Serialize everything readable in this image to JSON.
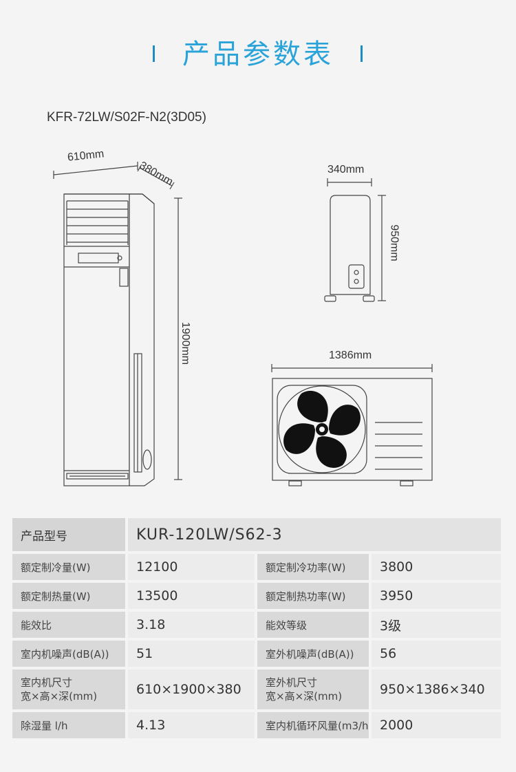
{
  "title": "产品参数表",
  "model": "KFR-72LW/S02F-N2(3D05)",
  "dimensions": {
    "indoor_width": "610mm",
    "indoor_depth": "380mm",
    "indoor_height": "1900mm",
    "outdoor_depth": "340mm",
    "outdoor_height": "950mm",
    "outdoor_width": "1386mm"
  },
  "table": {
    "header": {
      "label": "产品型号",
      "value": "KUR-120LW/S62-3"
    },
    "rows": [
      {
        "l1": "额定制冷量(W)",
        "v1": "12100",
        "l2": "额定制冷功率(W)",
        "v2": "3800"
      },
      {
        "l1": "额定制热量(W)",
        "v1": "13500",
        "l2": "额定制热功率(W)",
        "v2": "3950"
      },
      {
        "l1": "能效比",
        "v1": "3.18",
        "l2": "能效等级",
        "v2": "3级"
      },
      {
        "l1": "室内机噪声(dB(A))",
        "v1": "51",
        "l2": "室外机噪声(dB(A))",
        "v2": "56"
      },
      {
        "l1a": "室内机尺寸",
        "l1b": "宽×高×深(mm)",
        "v1": "610×1900×380",
        "l2a": "室外机尺寸",
        "l2b": "宽×高×深(mm)",
        "v2": "950×1386×340"
      },
      {
        "l1": "除湿量 l/h",
        "v1": "4.13",
        "l2": "室内机循环风量(m3/h)",
        "v2": "2000"
      }
    ]
  },
  "colors": {
    "accent": "#2aa3d9",
    "bar": "#1d8cc0",
    "line": "#444444"
  }
}
